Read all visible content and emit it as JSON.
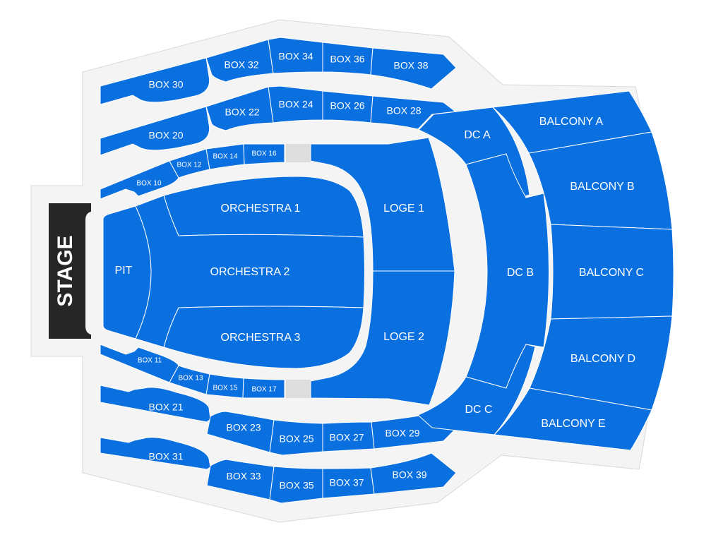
{
  "colors": {
    "section": "#0a6fdf",
    "venue_background": "#f4f4f4",
    "stage": "#262626",
    "aisle": "#dddddd",
    "label": "#ffffff"
  },
  "stage": {
    "label": "STAGE"
  },
  "sections": {
    "pit": "PIT",
    "orchestra_1": "ORCHESTRA 1",
    "orchestra_2": "ORCHESTRA 2",
    "orchestra_3": "ORCHESTRA 3",
    "loge_1": "LOGE 1",
    "loge_2": "LOGE 2",
    "dc_a": "DC A",
    "dc_b": "DC B",
    "dc_c": "DC C",
    "balcony_a": "BALCONY A",
    "balcony_b": "BALCONY B",
    "balcony_c": "BALCONY C",
    "balcony_d": "BALCONY D",
    "balcony_e": "BALCONY E",
    "box_10": "BOX 10",
    "box_11": "BOX 11",
    "box_12": "BOX 12",
    "box_13": "BOX 13",
    "box_14": "BOX 14",
    "box_15": "BOX 15",
    "box_16": "BOX 16",
    "box_17": "BOX 17",
    "box_20": "BOX 20",
    "box_21": "BOX 21",
    "box_22": "BOX 22",
    "box_23": "BOX 23",
    "box_24": "BOX 24",
    "box_25": "BOX 25",
    "box_26": "BOX 26",
    "box_27": "BOX 27",
    "box_28": "BOX 28",
    "box_29": "BOX 29",
    "box_30": "BOX 30",
    "box_31": "BOX 31",
    "box_32": "BOX 32",
    "box_33": "BOX 33",
    "box_34": "BOX 34",
    "box_35": "BOX 35",
    "box_36": "BOX 36",
    "box_37": "BOX 37",
    "box_38": "BOX 38",
    "box_39": "BOX 39"
  }
}
